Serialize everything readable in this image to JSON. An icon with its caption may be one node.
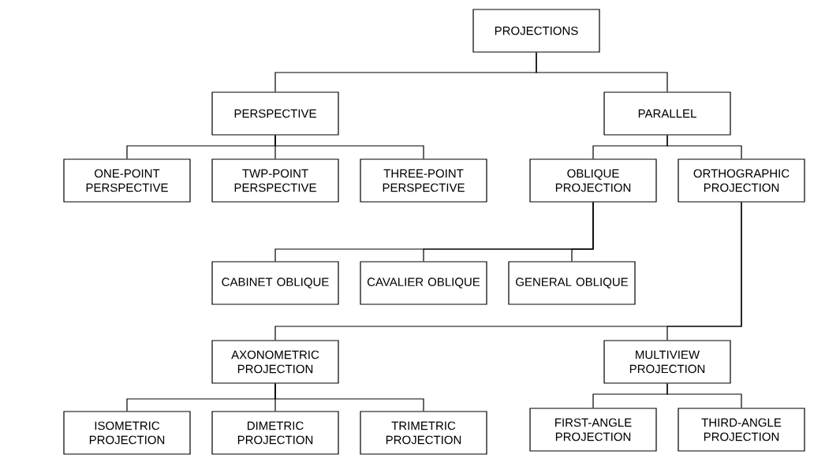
{
  "diagram": {
    "nodes": [
      {
        "text": [
          "PROJECTIONS"
        ]
      },
      {
        "text": [
          "PERSPECTIVE"
        ]
      },
      {
        "text": [
          "PARALLEL"
        ]
      },
      {
        "text": [
          "ONE-POINT PERSPECTIVE"
        ]
      },
      {
        "text": [
          "TWP-POINT PERSPECTIVE"
        ]
      },
      {
        "text": [
          "THREE-POINT PERSPECTIVE"
        ]
      },
      {
        "text": [
          "OBLIQUE PROJECTION"
        ]
      },
      {
        "text": [
          "ORTHOGRAPHIC PROJECTION"
        ]
      },
      {
        "text": [
          "CABINET OBLIQUE"
        ]
      },
      {
        "text": [
          "CAVALIER OBLIQUE"
        ]
      },
      {
        "text": [
          "GENERAL OBLIQUE"
        ]
      },
      {
        "text": [
          "AXONOMETRIC PROJECTION"
        ]
      },
      {
        "text": [
          "MULTIVIEW PROJECTION"
        ]
      },
      {
        "text": [
          "ISOMETRIC PROJECTION"
        ]
      },
      {
        "text": [
          "DIMETRIC PROJECTION"
        ]
      },
      {
        "text": [
          "TRIMETRIC PROJECTION"
        ]
      },
      {
        "text": [
          "FIRST-ANGLE PROJECTION"
        ]
      },
      {
        "text": [
          "THIRD-ANGLE PROJECTION"
        ]
      }
    ],
    "edges": [
      {
        "from": 0,
        "to": 1,
        "arrow": "none"
      },
      {
        "from": 0,
        "to": 2,
        "arrow": "none"
      },
      {
        "from": 1,
        "to": 3,
        "arrow": "none"
      },
      {
        "from": 1,
        "to": 4,
        "arrow": "none"
      },
      {
        "from": 1,
        "to": 5,
        "arrow": "none"
      },
      {
        "from": 2,
        "to": 6,
        "arrow": "none"
      },
      {
        "from": 2,
        "to": 7,
        "arrow": "none"
      },
      {
        "from": 6,
        "to": 8,
        "arrow": "none"
      },
      {
        "from": 6,
        "to": 9,
        "arrow": "none"
      },
      {
        "from": 6,
        "to": 10,
        "arrow": "none"
      },
      {
        "from": 7,
        "to": 11,
        "arrow": "none"
      },
      {
        "from": 7,
        "to": 12,
        "arrow": "none"
      },
      {
        "from": 11,
        "to": 13,
        "arrow": "none"
      },
      {
        "from": 11,
        "to": 14,
        "arrow": "none"
      },
      {
        "from": 11,
        "to": 15,
        "arrow": "none"
      },
      {
        "from": 12,
        "to": 16,
        "arrow": "none"
      },
      {
        "from": 12,
        "to": 17,
        "arrow": "none"
      }
    ]
  }
}
